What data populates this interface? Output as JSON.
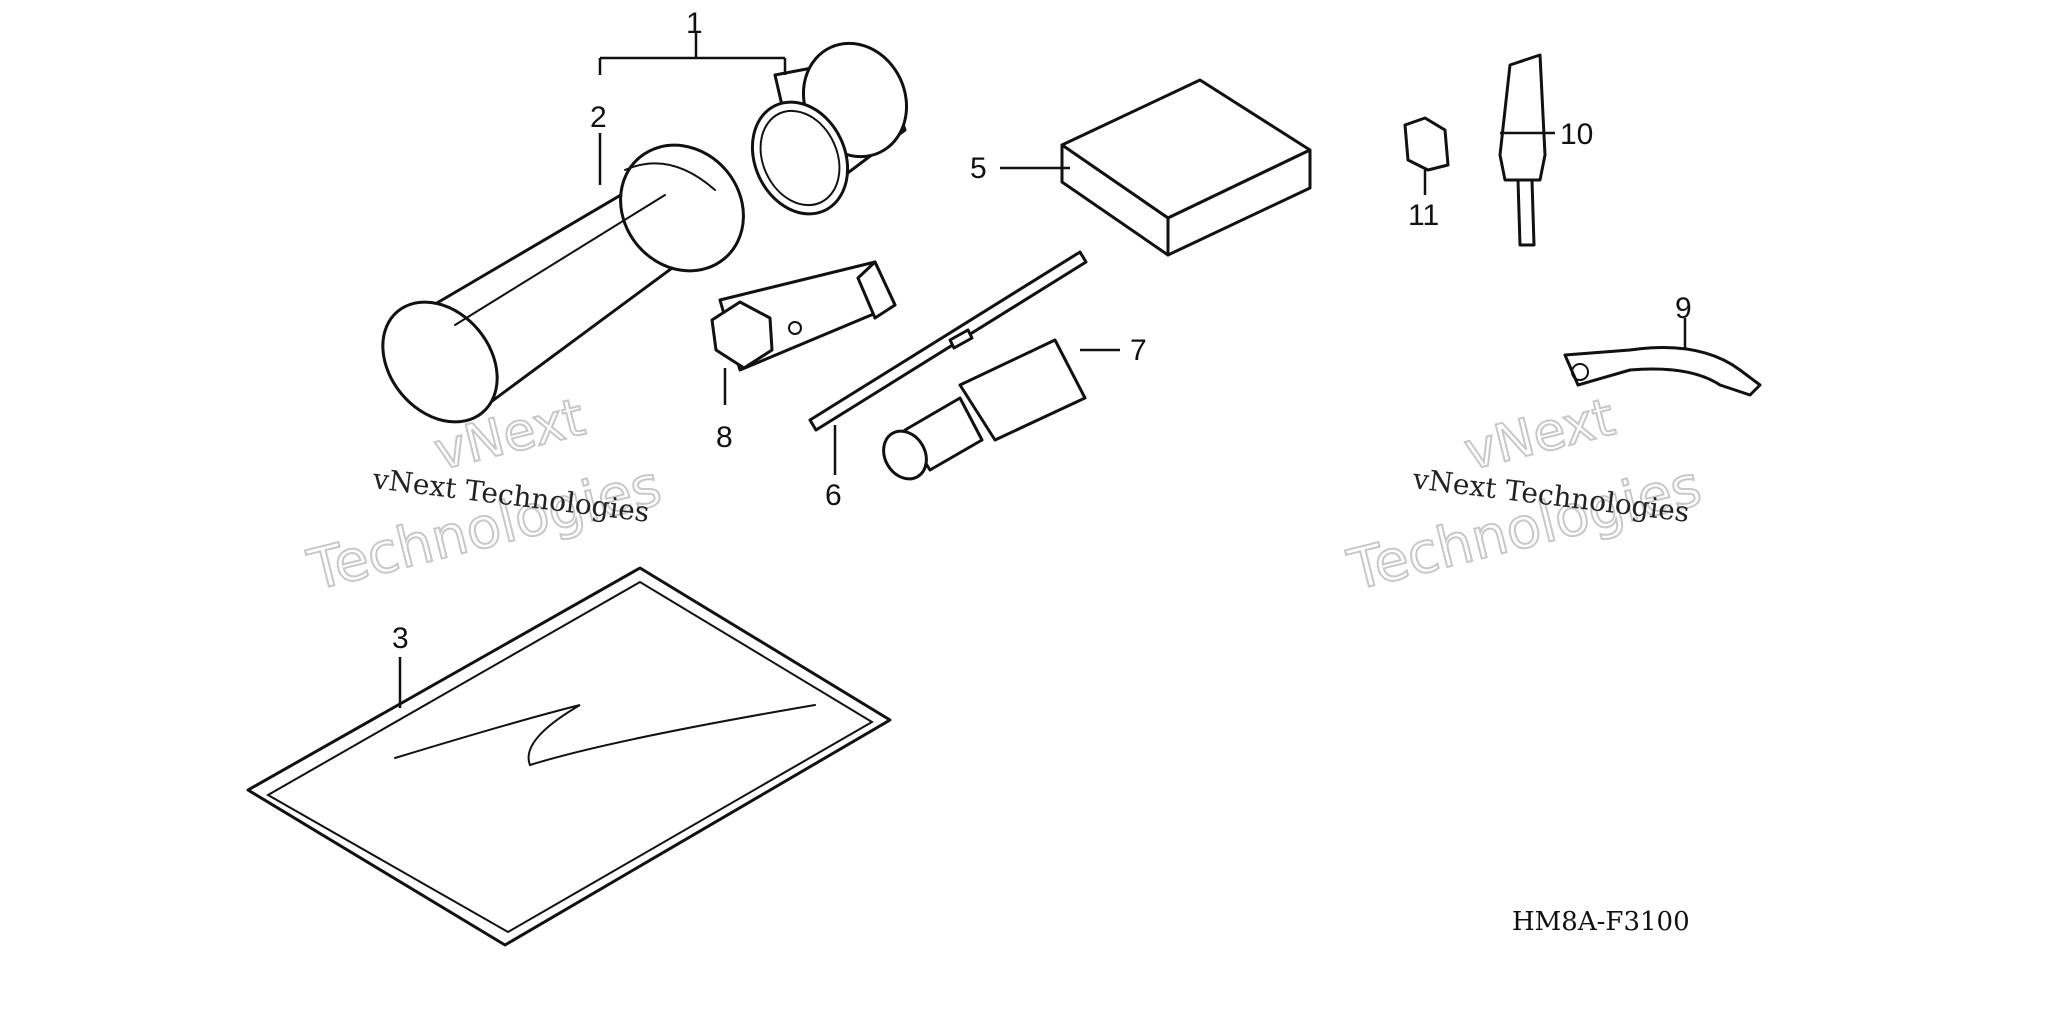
{
  "callouts": {
    "c1": "1",
    "c2": "2",
    "c3": "3",
    "c5": "5",
    "c6": "6",
    "c7": "7",
    "c8": "8",
    "c9": "9",
    "c10": "10",
    "c11": "11"
  },
  "diagram_code": "HM8A-F3100",
  "watermark": {
    "line_small": "vNext Technologies",
    "line_next": "vNext",
    "line_tech": "Technologies"
  },
  "colors": {
    "ink": "#111111",
    "watermark_outline": "#c8c8c8",
    "background": "#ffffff"
  }
}
